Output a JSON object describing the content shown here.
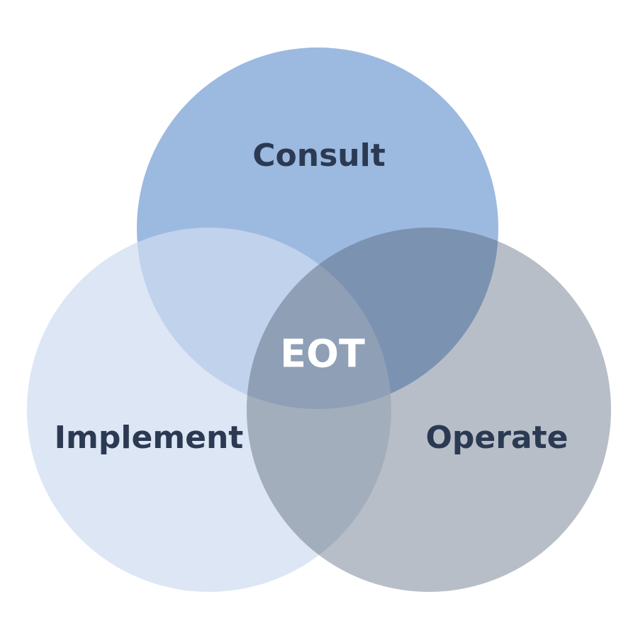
{
  "diagram": {
    "type": "venn-3",
    "sets": [
      {
        "key": "consult",
        "label": "Consult",
        "color": "#9CB9E0"
      },
      {
        "key": "implement",
        "label": "Implement",
        "color": "#DCE6F5"
      },
      {
        "key": "operate",
        "label": "Operate",
        "color": "#B8BEC7"
      }
    ],
    "center_label": "EOT",
    "colors": {
      "label_text": "#2B3A52",
      "center_text": "#FFFFFF",
      "consult_implement": "#C0D2EC",
      "consult_operate": "#7B93B1",
      "implement_operate": "#A3AEBD",
      "all_three": "#8E9FB6"
    }
  }
}
